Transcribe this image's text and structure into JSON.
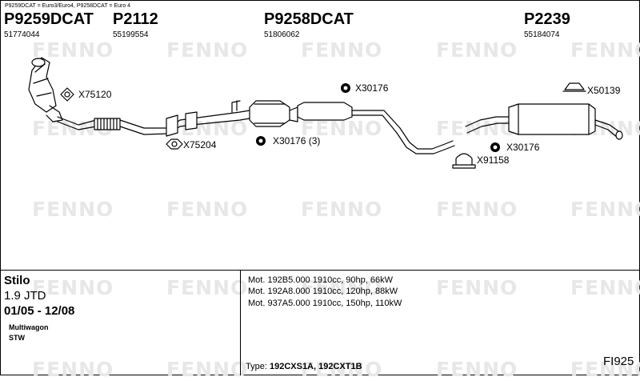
{
  "header_note": "P9259DCAT = Euro3/Euro4, P9258DCAT = Euro 4",
  "watermark": "FENNO",
  "part_groups": [
    {
      "number": "P9259DCAT",
      "oem": "51774044"
    },
    {
      "number": "P2112",
      "oem": "55199554"
    },
    {
      "number": "P9258DCAT",
      "oem": "51806062"
    },
    {
      "number": "P2239",
      "oem": "55184074"
    }
  ],
  "parts": {
    "x75120": "X75120",
    "x75204": "X75204",
    "x30176_a": "X30176",
    "x30176_b": "X30176 (3)",
    "x30176_c": "X30176",
    "x91158": "X91158",
    "x50139": "X50139"
  },
  "vehicle": {
    "model": "Stilo",
    "engine": "1.9 JTD",
    "years": "01/05 - 12/08",
    "body1": "Multiwagon",
    "body2": "STW"
  },
  "engines": [
    "Mot. 192B5.000 1910cc, 90hp, 66kW",
    "Mot. 192A8.000 1910cc, 120hp, 88kW",
    "Mot. 937A5.000 1910cc, 150hp, 110kW"
  ],
  "type_line": {
    "label": "Type:",
    "value": "192CXS1A, 192CXT1B"
  },
  "code": "FI925"
}
